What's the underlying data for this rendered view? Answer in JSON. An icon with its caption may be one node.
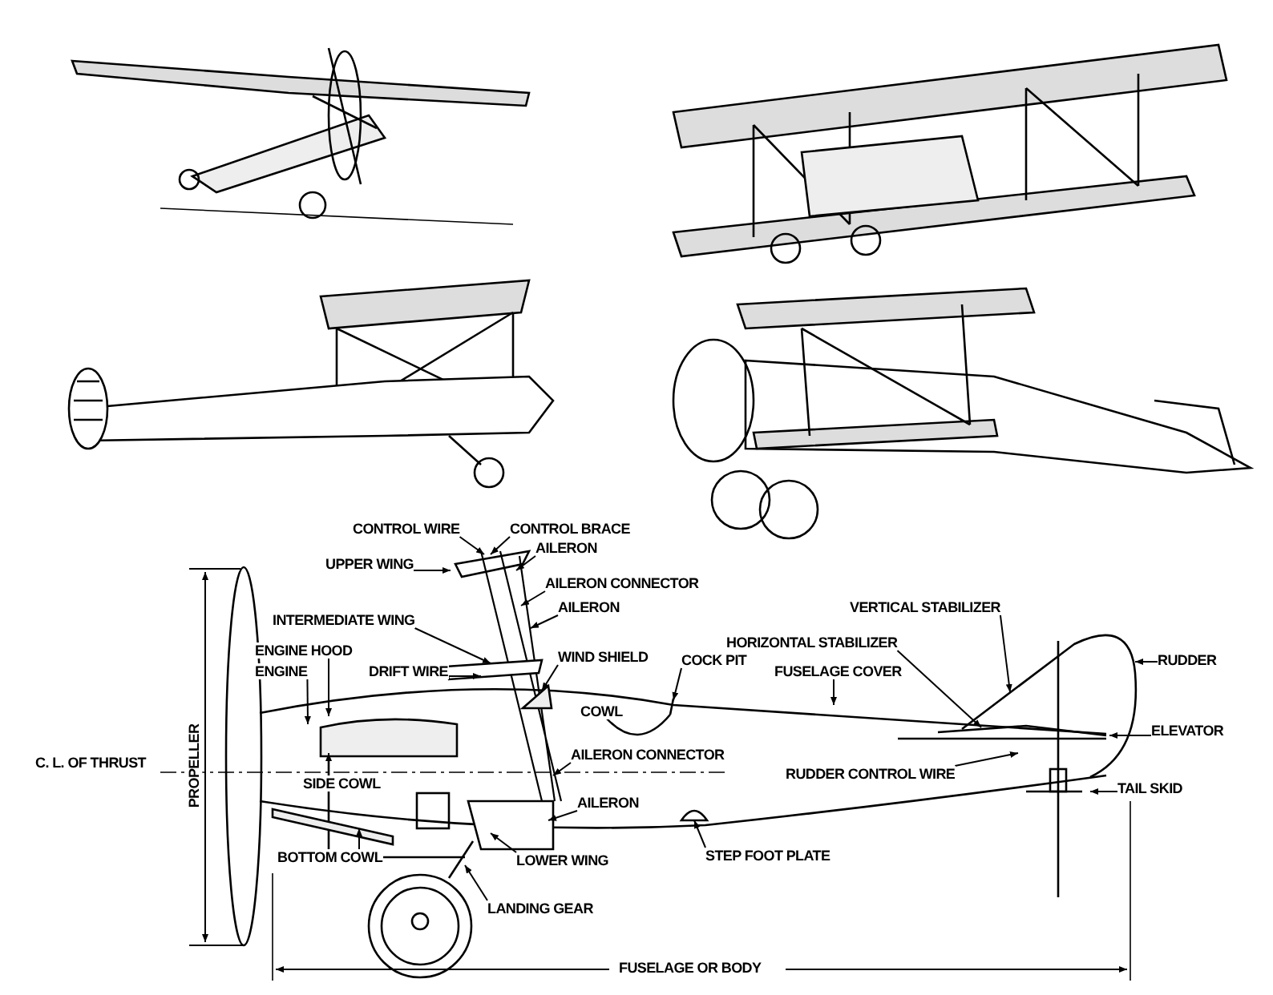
{
  "diagram": {
    "nodes": [
      {
        "text": [
          "CONTROL WIRE"
        ]
      },
      {
        "text": [
          "CONTROL BRACE"
        ]
      },
      {
        "text": [
          "UPPER WING"
        ]
      },
      {
        "text": [
          "AILERON"
        ]
      },
      {
        "text": [
          "AILERON CONNECTOR"
        ]
      },
      {
        "text": [
          "AILERON"
        ]
      },
      {
        "text": [
          "INTERMEDIATE WING"
        ]
      },
      {
        "text": [
          "ENGINE HOOD"
        ]
      },
      {
        "text": [
          "ENGINE"
        ]
      },
      {
        "text": [
          "DRIFT WIRE"
        ]
      },
      {
        "text": [
          "WIND SHIELD"
        ]
      },
      {
        "text": [
          "COCK PIT"
        ]
      },
      {
        "text": [
          "VERTICAL STABILIZER"
        ]
      },
      {
        "text": [
          "HORIZONTAL STABILIZER"
        ]
      },
      {
        "text": [
          "FUSELAGE COVER"
        ]
      },
      {
        "text": [
          "RUDDER"
        ]
      },
      {
        "text": [
          "ELEVATOR"
        ]
      },
      {
        "text": [
          "AILERON CONNECTOR"
        ]
      },
      {
        "text": [
          "RUDDER CONTROL WIRE"
        ]
      },
      {
        "text": [
          "TAIL SKID"
        ]
      },
      {
        "text": [
          "AILERON"
        ]
      },
      {
        "text": [
          "BOTTOM COWL"
        ]
      },
      {
        "text": [
          "LOWER WING"
        ]
      },
      {
        "text": [
          "STEP FOOT PLATE"
        ]
      },
      {
        "text": [
          "LANDING GEAR"
        ]
      },
      {
        "text": [
          "SIDE COWL"
        ]
      }
    ],
    "edges": [
      {
        "from": 0,
        "to": null,
        "arrow": "to"
      },
      {
        "from": 1,
        "to": null,
        "arrow": "to"
      },
      {
        "from": 2,
        "to": null,
        "arrow": "to"
      },
      {
        "from": 3,
        "to": null,
        "arrow": "to"
      },
      {
        "from": 4,
        "to": null,
        "arrow": "to"
      },
      {
        "from": 5,
        "to": null,
        "arrow": "to"
      },
      {
        "from": 6,
        "to": null,
        "arrow": "to"
      },
      {
        "from": 7,
        "to": null,
        "arrow": "to"
      },
      {
        "from": 8,
        "to": null,
        "arrow": "to"
      },
      {
        "from": 9,
        "to": null,
        "arrow": "to"
      },
      {
        "from": 10,
        "to": null,
        "arrow": "to"
      },
      {
        "from": 11,
        "to": null,
        "arrow": "to"
      },
      {
        "from": 12,
        "to": null,
        "arrow": "to"
      },
      {
        "from": 13,
        "to": null,
        "arrow": "to"
      },
      {
        "from": 14,
        "to": null,
        "arrow": "to"
      },
      {
        "from": 15,
        "to": null,
        "arrow": "to"
      },
      {
        "from": 16,
        "to": null,
        "arrow": "to"
      },
      {
        "from": 17,
        "to": null,
        "arrow": "to"
      },
      {
        "from": 18,
        "to": null,
        "arrow": "to"
      },
      {
        "from": 19,
        "to": null,
        "arrow": "to"
      },
      {
        "from": 20,
        "to": null,
        "arrow": "to"
      },
      {
        "from": 21,
        "to": null,
        "arrow": "to"
      },
      {
        "from": 22,
        "to": null,
        "arrow": "to"
      },
      {
        "from": 23,
        "to": null,
        "arrow": "to"
      },
      {
        "from": 24,
        "to": null,
        "arrow": "to"
      },
      {
        "from": 25,
        "to": null,
        "arrow": "to"
      }
    ],
    "labels": [
      "COWL",
      "C. L. OF THRUST",
      "PROPELLER",
      "FUSELAGE OR BODY"
    ]
  }
}
